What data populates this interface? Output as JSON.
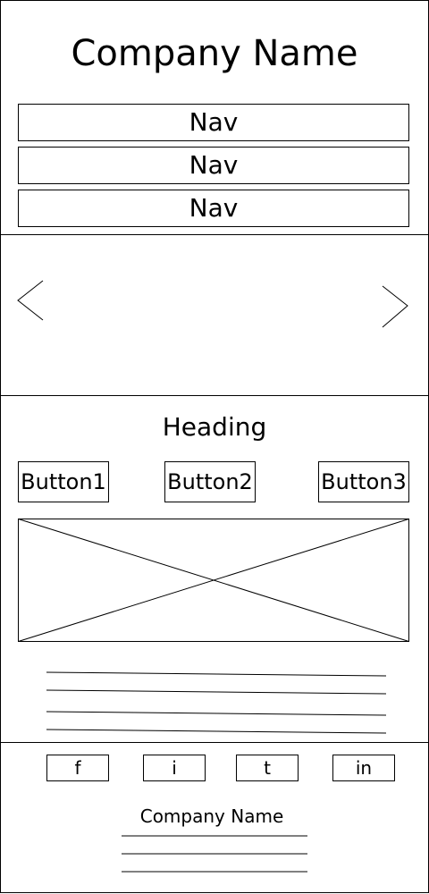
{
  "header": {
    "company_name": "Company Name",
    "nav": [
      {
        "label": "Nav"
      },
      {
        "label": "Nav"
      },
      {
        "label": "Nav"
      }
    ]
  },
  "carousel": {
    "prev_icon": "chevron-left-icon",
    "next_icon": "chevron-right-icon"
  },
  "content": {
    "heading": "Heading",
    "buttons": [
      {
        "label": "Button1"
      },
      {
        "label": "Button2"
      },
      {
        "label": "Button3"
      }
    ],
    "image_placeholder": "image-placeholder-icon"
  },
  "footer": {
    "social": [
      {
        "label": "f"
      },
      {
        "label": "i"
      },
      {
        "label": "t"
      },
      {
        "label": "in"
      }
    ],
    "company_name": "Company Name"
  }
}
